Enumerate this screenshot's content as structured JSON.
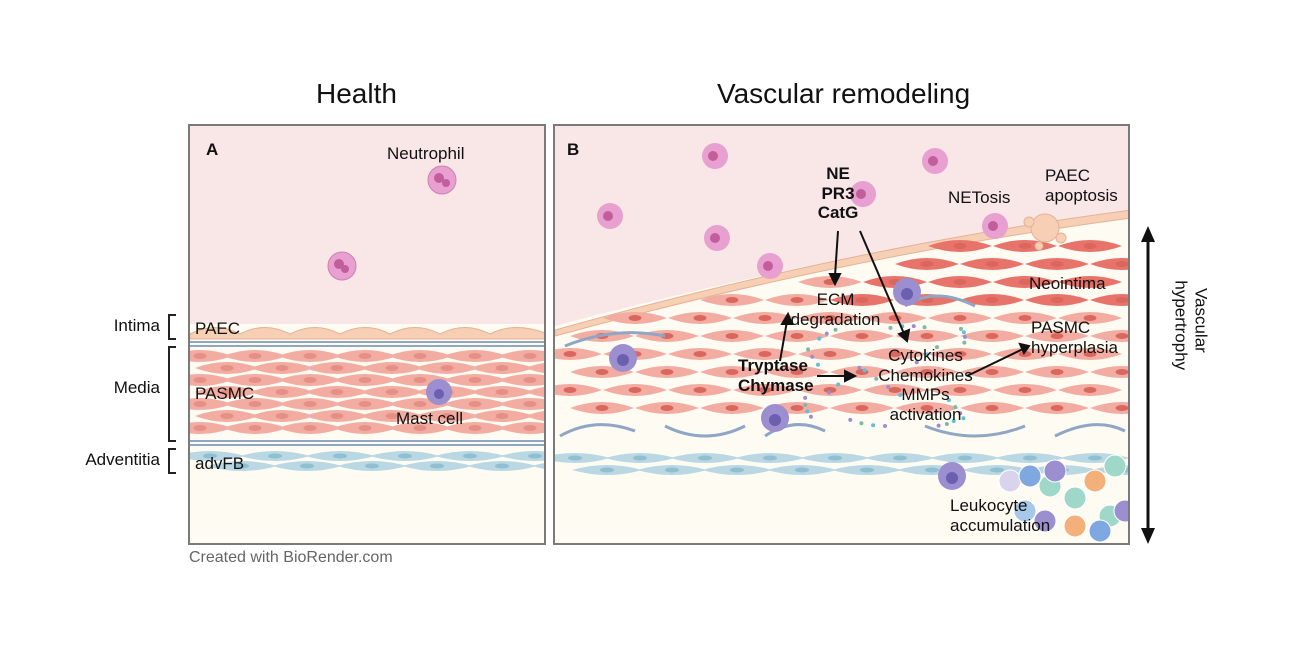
{
  "titles": {
    "health": "Health",
    "remodeling": "Vascular remodeling"
  },
  "panel_a": {
    "letter": "A",
    "neutrophil": "Neutrophil",
    "paec": "PAEC",
    "pasmc": "PASMC",
    "mast_cell": "Mast cell",
    "advfb": "advFB"
  },
  "layers": {
    "intima": "Intima",
    "media": "Media",
    "adventitia": "Adventitia"
  },
  "panel_b": {
    "letter": "B",
    "proteases": [
      "NE",
      "PR3",
      "CatG"
    ],
    "netosis": "NETosis",
    "paec_apoptosis": [
      "PAEC",
      "apoptosis"
    ],
    "neointima": "Neointima",
    "ecm": [
      "ECM",
      "degradation"
    ],
    "pasmc_hyper": [
      "PASMC",
      "hyperplasia"
    ],
    "tryptase": [
      "Tryptase",
      "Chymase"
    ],
    "cytokines": [
      "Cytokines",
      "Chemokines",
      "MMPs",
      "activation"
    ],
    "leukocyte": [
      "Leukocyte",
      "accumulation"
    ]
  },
  "vertical_label": [
    "Vascular",
    "hypertrophy"
  ],
  "credit": "Created with BioRender.com",
  "colors": {
    "lumen": "#f9e6e6",
    "tissue": "#fefbf3",
    "smc": "#f2aca2",
    "smc_dark": "#e8736a",
    "fb": "#b9d8e4",
    "endo": "#f6cfb4",
    "neutrophil": "#e7a0cf",
    "mast": "#9b8fd0",
    "lamina": "#8fa6c4"
  }
}
